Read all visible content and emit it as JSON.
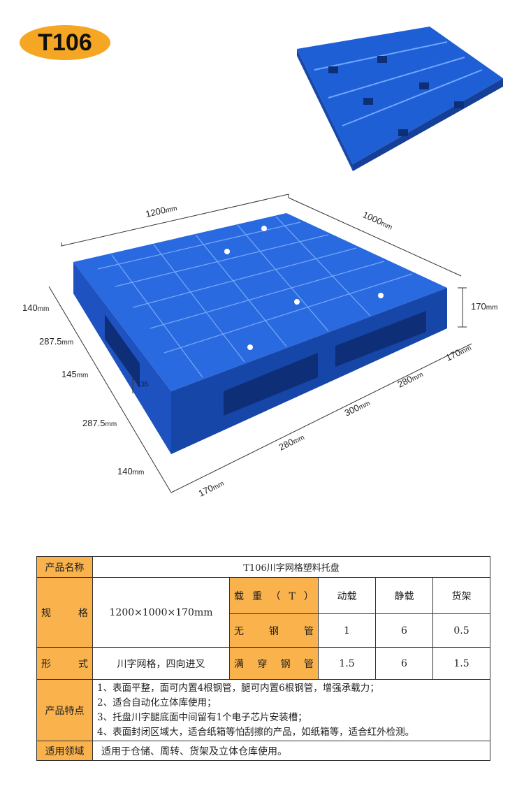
{
  "badge": {
    "text": "T106"
  },
  "dimensions": {
    "length": "1200",
    "width": "1000",
    "height_right": "170",
    "left_1": "140",
    "left_2": "287.5",
    "left_3": "145",
    "left_4": "287.5",
    "left_5": "140",
    "inner": "135",
    "bottom_1": "170",
    "bottom_2": "280",
    "bottom_3": "300",
    "bottom_4": "280",
    "bottom_5": "170",
    "unit": "mm"
  },
  "table": {
    "name_label": "产品名称",
    "name_value": "T106川字网格塑料托盘",
    "spec_label": "规格",
    "spec_value": "1200×1000×170mm",
    "load_label": "载重（T）",
    "dynamic_label": "动载",
    "static_label": "静载",
    "rack_label": "货架",
    "no_steel_label": "无钢管",
    "no_steel_dynamic": "1",
    "no_steel_static": "6",
    "no_steel_rack": "0.5",
    "form_label": "形式",
    "form_value": "川字网格，四向进叉",
    "full_steel_label": "满穿钢管",
    "full_steel_dynamic": "1.5",
    "full_steel_static": "6",
    "full_steel_rack": "1.5",
    "features_label": "产品特点",
    "features": [
      "1、表面平整，面可内置4根钢管，腿可内置6根钢管，增强承载力；",
      "2、适合自动化立体库使用；",
      "3、托盘川字腿底面中间留有1个电子芯片安装槽；",
      "4、表面封闭区域大，适合纸箱等怕刮擦的产品，如纸箱等，适合红外检测。"
    ],
    "usage_label": "适用领域",
    "usage_value": "适用于仓储、周转、货架及立体仓库使用。"
  }
}
